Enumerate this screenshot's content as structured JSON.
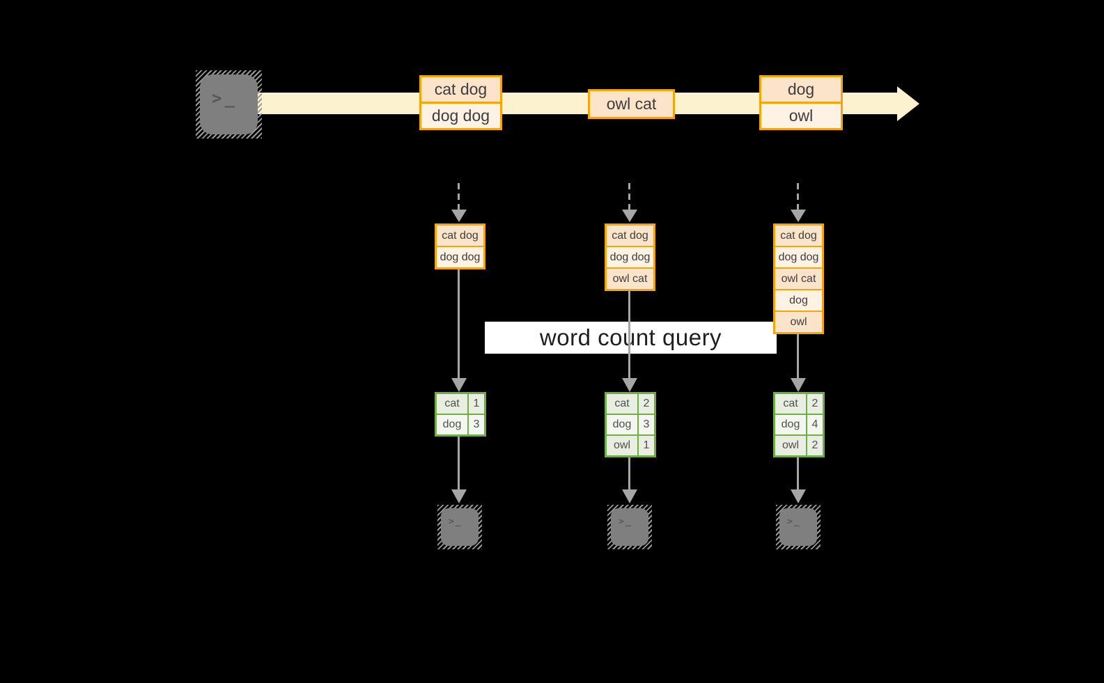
{
  "query_label": "word count query",
  "icons": {
    "terminal_prompt": ">_",
    "source": "terminal-icon",
    "sink": "terminal-icon",
    "stream_arrow": "right-arrow-icon",
    "flow_arrow": "down-arrow-icon"
  },
  "stream": {
    "event1_rows": [
      "cat dog",
      "dog dog"
    ],
    "event2_rows": [
      "owl cat"
    ],
    "event3_rows": [
      "dog",
      "owl"
    ]
  },
  "stacks": [
    {
      "rows": [
        "cat dog",
        "dog dog"
      ]
    },
    {
      "rows": [
        "cat dog",
        "dog dog",
        "owl cat"
      ]
    },
    {
      "rows": [
        "cat dog",
        "dog dog",
        "owl cat",
        "dog",
        "owl"
      ]
    }
  ],
  "tables": [
    {
      "rows": [
        {
          "word": "cat",
          "count": "1"
        },
        {
          "word": "dog",
          "count": "3"
        }
      ]
    },
    {
      "rows": [
        {
          "word": "cat",
          "count": "2"
        },
        {
          "word": "dog",
          "count": "3"
        },
        {
          "word": "owl",
          "count": "1"
        }
      ]
    },
    {
      "rows": [
        {
          "word": "cat",
          "count": "2"
        },
        {
          "word": "dog",
          "count": "4"
        },
        {
          "word": "owl",
          "count": "2"
        }
      ]
    }
  ],
  "colors": {
    "background": "#000000",
    "stream_band": "#FCF2D0",
    "box_border": "#F2A60A",
    "box_fill_peach": "#FBE4CA",
    "box_fill_cream": "#FDF2E3",
    "table_border": "#70AD47",
    "table_fill_dark": "#E8EFE1",
    "table_fill_light": "#F4F7F0",
    "arrow_gray": "#A6A6A6",
    "terminal_gray": "#7F7F7F",
    "query_box_bg": "#FFFFFF",
    "text_dark": "#3D3D3D"
  }
}
